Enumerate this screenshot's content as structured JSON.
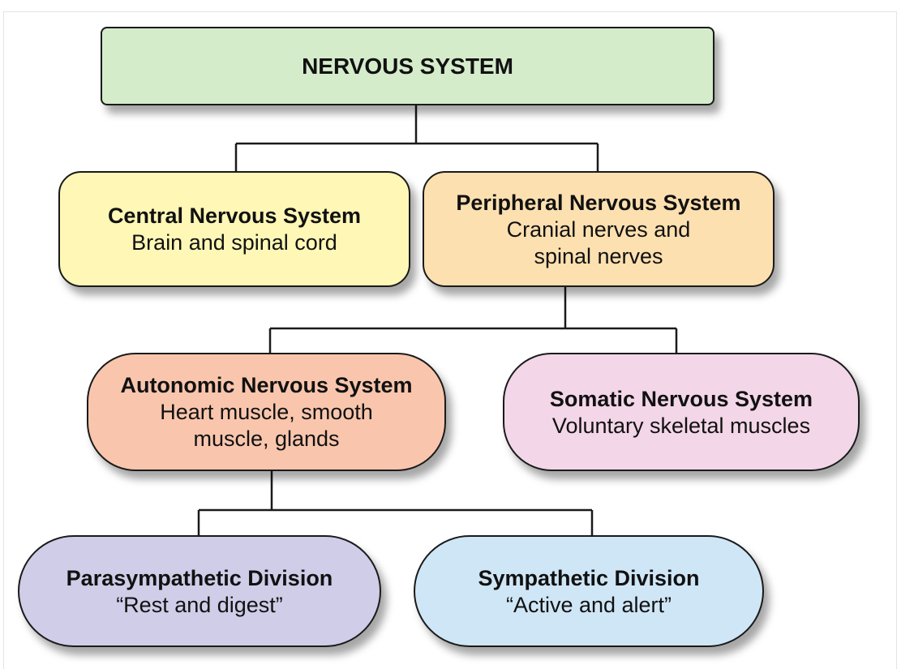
{
  "diagram": {
    "root": {
      "title": "NERVOUS SYSTEM",
      "color": "#d5eccb"
    },
    "central": {
      "title": "Central Nervous System",
      "description": "Brain and spinal cord",
      "color": "#fff7b6"
    },
    "peripheral": {
      "title": "Peripheral Nervous System",
      "description_lines": [
        "Cranial nerves and",
        "spinal nerves"
      ],
      "color": "#fde0b0"
    },
    "autonomic": {
      "title": "Autonomic Nervous System",
      "description_lines": [
        "Heart muscle, smooth",
        "muscle, glands"
      ],
      "color": "#f9c6ad"
    },
    "somatic": {
      "title": "Somatic Nervous System",
      "description": "Voluntary skeletal muscles",
      "color": "#f3d6e8"
    },
    "parasympathetic": {
      "title": "Parasympathetic Division",
      "description": "“Rest and digest”",
      "color": "#cfcde8"
    },
    "sympathetic": {
      "title": "Sympathetic Division",
      "description": "“Active and alert”",
      "color": "#cfe6f6"
    },
    "connector_color": "#1a1a1a"
  }
}
